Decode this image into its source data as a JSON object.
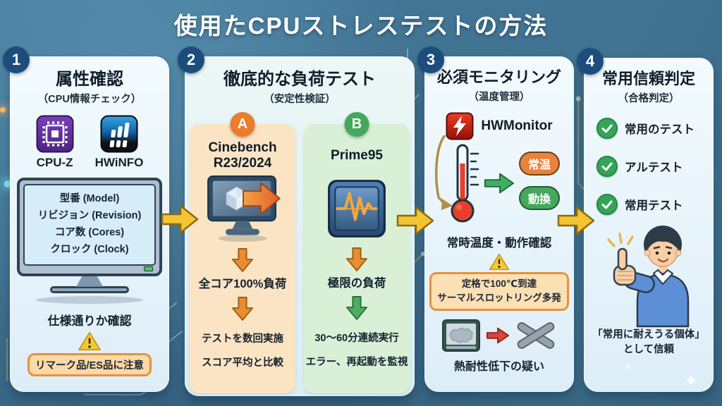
{
  "title": "使用たCPUストレステストの方法",
  "icons": {
    "warning": "⚠",
    "check": "✓",
    "sparkle": "✦"
  },
  "colors": {
    "background_teal": "#3d6d8c",
    "card_light": "#e8f4fb",
    "step_badge_navy": "#1c4d7d",
    "flow_arrow_yellow": "#f4c431",
    "badge_a_orange": "#ec7b2d",
    "badge_b_green": "#45a85c",
    "warning_border_orange": "#e6923e",
    "warning_bg_peach": "#fbe0b4",
    "hwmonitor_red": "#ef3b24",
    "check_green": "#35a457",
    "pill_orange": "#e8823c",
    "pill_green": "#46a75c",
    "thermometer_red": "#e6402c"
  },
  "columns": [
    {
      "number": "1",
      "title": "属性確認",
      "subtitle": "（CPU情報チェック）",
      "tools": [
        {
          "name": "CPU-Z",
          "icon": "cpuz-chip-icon"
        },
        {
          "name": "HWiNFO",
          "icon": "hwinfo-bars-icon"
        }
      ],
      "monitor_items": [
        "型番 (Model)",
        "リビジョン (Revision)",
        "コア数 (Cores)",
        "クロック (Clock)"
      ],
      "check_text": "仕様通りか確認",
      "warning_text": "リマーク品/ES品に注意"
    },
    {
      "number": "2",
      "title": "徹底的な負荷テスト",
      "subtitle": "（安定性検証）",
      "tests": [
        {
          "badge": "A",
          "name": "Cinebench R23/2024",
          "name_line1": "Cinebench",
          "name_line2": "R23/2024",
          "effect": "全コア100%負荷",
          "steps": [
            "テストを数回実施",
            "スコア平均と比較"
          ]
        },
        {
          "badge": "B",
          "name": "Prime95",
          "effect": "極限の負荷",
          "steps": [
            "30〜60分連続実行",
            "エラー、再起動を監視"
          ]
        }
      ]
    },
    {
      "number": "3",
      "title": "必須モニタリング",
      "subtitle": "（温度管理）",
      "tool": "HWMonitor",
      "status_labels": [
        "常温",
        "動換"
      ],
      "monitor_text": "常時温度・動作確認",
      "warning_lines": [
        "定格で100℃到達",
        "サーマルスロットリング多発"
      ],
      "result_text": "熱耐性低下の疑い"
    },
    {
      "number": "4",
      "title": "常用信頼判定",
      "subtitle": "（合格判定）",
      "checks": [
        "常用のテスト",
        "アルテスト",
        "常用テスト"
      ],
      "conclusion_line1": "「常用に耐えうる個体」",
      "conclusion_line2": "として信頼"
    }
  ]
}
